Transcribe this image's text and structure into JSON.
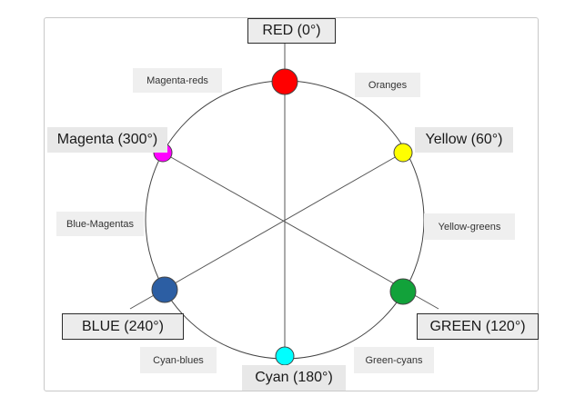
{
  "diagram": {
    "primaries": [
      {
        "key": "red",
        "text": "RED (0°)",
        "color": "#ff0000"
      },
      {
        "key": "green",
        "text": "GREEN (120°)",
        "color": "#12a23a"
      },
      {
        "key": "blue",
        "text": "BLUE (240°)",
        "color": "#2c5ea3"
      }
    ],
    "secondaries": [
      {
        "key": "yellow",
        "text": "Yellow (60°)",
        "color": "#ffff00"
      },
      {
        "key": "cyan",
        "text": "Cyan (180°)",
        "color": "#00ffff"
      },
      {
        "key": "magenta",
        "text": "Magenta (300°)",
        "color": "#ff00ff"
      }
    ],
    "tertiaries": [
      {
        "key": "oranges",
        "text": "Oranges"
      },
      {
        "key": "yellow-greens",
        "text": "Yellow-greens"
      },
      {
        "key": "green-cyans",
        "text": "Green-cyans"
      },
      {
        "key": "cyan-blues",
        "text": "Cyan-blues"
      },
      {
        "key": "blue-magentas",
        "text": "Blue-Magentas"
      },
      {
        "key": "magenta-reds",
        "text": "Magenta-reds"
      }
    ],
    "colors": {
      "circle": "#444444",
      "line": "#555555",
      "dot_stroke": "#444444"
    }
  }
}
